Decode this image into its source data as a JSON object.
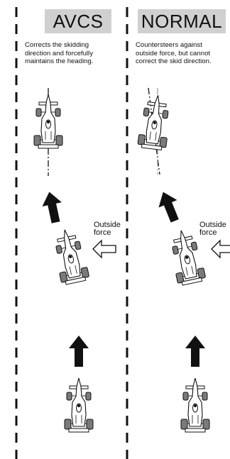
{
  "panels": [
    {
      "title": "AVCS",
      "description_lines": [
        "Corrects the skidding",
        "direction and forcefully",
        "maintains the heading."
      ],
      "force_label_lines": [
        "Outside",
        "force"
      ]
    },
    {
      "title": "NORMAL",
      "description_lines": [
        "Countersteers against",
        "outside force, but cannot",
        "correct the skid direction."
      ],
      "force_label_lines": [
        "Outside",
        "force"
      ]
    }
  ],
  "colors": {
    "title_background": "#d0d0d0",
    "lane_line": "#111111",
    "arrow_fill": "#111111",
    "force_arrow_fill": "#ffffff",
    "car_body": "#ffffff",
    "tire": "#7a7a7a"
  }
}
